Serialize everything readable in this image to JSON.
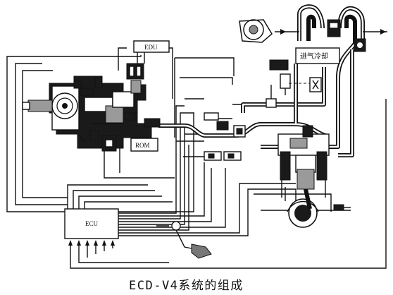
{
  "diagram": {
    "caption": "ECD-V4系统的组成",
    "labels": {
      "edu": "EDU",
      "rom": "ROM",
      "ecu": "ECU",
      "intercooler": "进气冷却"
    }
  }
}
